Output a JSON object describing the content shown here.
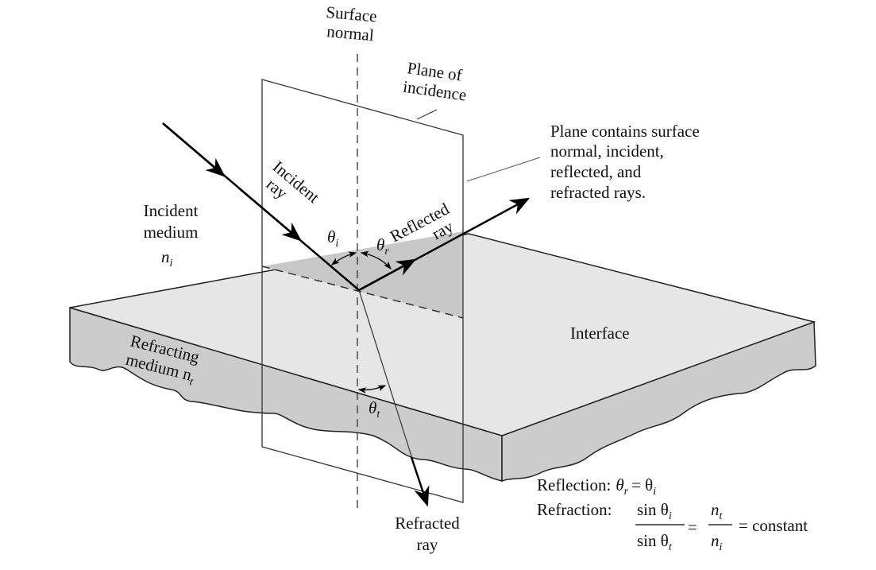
{
  "labels": {
    "surface_normal": [
      "Surface",
      "normal"
    ],
    "plane_of_incidence": [
      "Plane of",
      "incidence"
    ],
    "plane_contains": [
      "Plane contains surface",
      "normal, incident,",
      "reflected, and",
      "refracted rays."
    ],
    "incident_medium": [
      "Incident",
      "medium"
    ],
    "n_i": {
      "base": "n",
      "sub": "i"
    },
    "incident_ray": [
      "Incident",
      "ray"
    ],
    "reflected_ray": [
      "Reflected",
      "ray"
    ],
    "theta_i": {
      "base": "θ",
      "sub": "i"
    },
    "theta_r": {
      "base": "θ",
      "sub": "r"
    },
    "theta_t": {
      "base": "θ",
      "sub": "t"
    },
    "interface": "Interface",
    "refracting_medium": [
      "Refracting",
      "medium n"
    ],
    "n_t_sub": "t",
    "refracted_ray": [
      "Refracted",
      "ray"
    ]
  },
  "equations": {
    "reflection_label": "Reflection:",
    "reflection_eq": "θ",
    "reflection_rhs": "= θ",
    "refraction_label": "Refraction:",
    "sin_num": "sin θ",
    "sin_den": "sin θ",
    "n_num": "n",
    "n_den": "n",
    "equals": "=",
    "constant": "= constant",
    "sub_i": "i",
    "sub_r": "r",
    "sub_t": "t"
  },
  "colors": {
    "top_face": "#e6e6e6",
    "side_face": "#cccccc",
    "plane_shade": "#c8c8c8"
  }
}
